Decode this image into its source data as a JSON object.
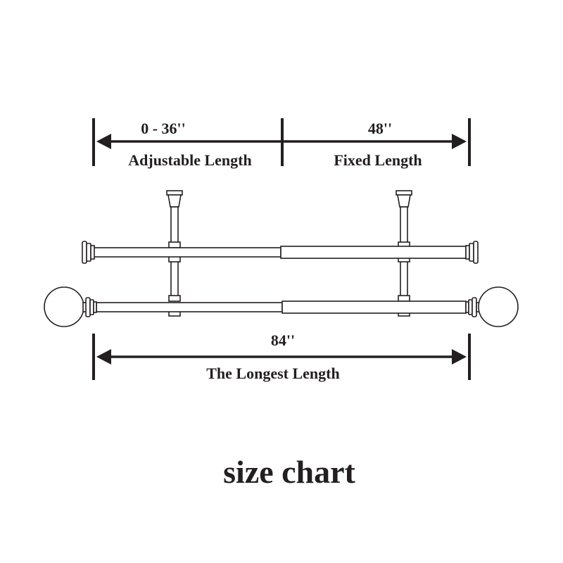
{
  "dimensions": {
    "adjustable": {
      "value": "0 - 36''",
      "label": "Adjustable Length"
    },
    "fixed": {
      "value": "48''",
      "label": "Fixed Length"
    },
    "longest": {
      "value": "84''",
      "label": "The Longest Length"
    }
  },
  "caption": "size chart",
  "colors": {
    "ink": "#231f20",
    "background": "#ffffff"
  }
}
